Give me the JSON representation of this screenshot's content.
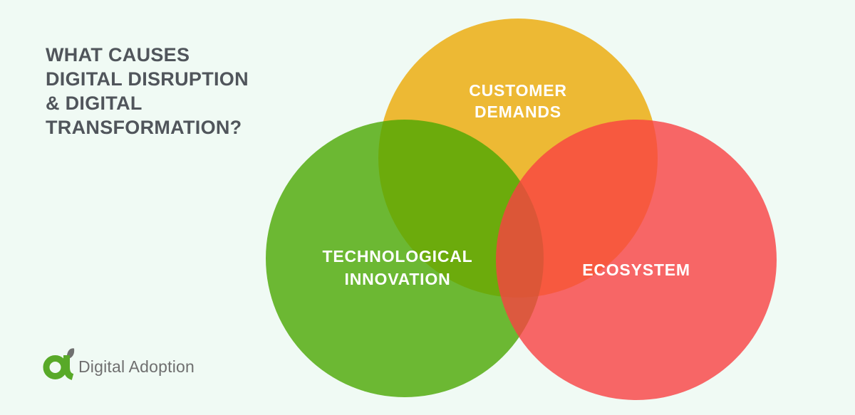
{
  "page": {
    "background_color": "#F0FAF4"
  },
  "title": {
    "text": "WHAT CAUSES DIGITAL DISRUPTION & DIGITAL TRANSFORMATION?",
    "lines": [
      "WHAT CAUSES",
      "DIGITAL DISRUPTION",
      "& DIGITAL",
      "TRANSFORMATION?"
    ],
    "color": "#50555B"
  },
  "venn": {
    "label_color": "#FFFFFF",
    "circles": [
      {
        "name": "customer-demands",
        "label": "CUSTOMER DEMANDS",
        "label_lines": [
          "CUSTOMER",
          "DEMANDS"
        ],
        "fill": "#EDB934",
        "flat_color": "#EDB934"
      },
      {
        "name": "technological-innovation",
        "label": "TECHNOLOGICAL INNOVATION",
        "label_lines": [
          "TECHNOLOGICAL",
          "INNOVATION"
        ],
        "fill": "rgba(75,168,2,0.8)",
        "flat_color": "#6CB832"
      },
      {
        "name": "ecosystem",
        "label": "ECOSYSTEM",
        "label_lines": [
          "ECOSYSTEM"
        ],
        "fill": "rgba(249,65,66,0.8)",
        "flat_color": "#F76666"
      }
    ]
  },
  "logo": {
    "text": "Digital Adoption",
    "text_color": "#6F6F6F",
    "icon_green": "#58A928",
    "icon_gray": "#707070"
  },
  "chart_data": {
    "type": "venn",
    "title": "WHAT CAUSES DIGITAL DISRUPTION & DIGITAL TRANSFORMATION?",
    "sets": [
      "CUSTOMER DEMANDS",
      "TECHNOLOGICAL INNOVATION",
      "ECOSYSTEM"
    ],
    "colors": [
      "#EDB934",
      "#6CB832",
      "#F76666"
    ],
    "overlaps": [
      [
        "CUSTOMER DEMANDS",
        "TECHNOLOGICAL INNOVATION"
      ],
      [
        "CUSTOMER DEMANDS",
        "ECOSYSTEM"
      ],
      [
        "TECHNOLOGICAL INNOVATION",
        "ECOSYSTEM"
      ],
      [
        "CUSTOMER DEMANDS",
        "TECHNOLOGICAL INNOVATION",
        "ECOSYSTEM"
      ]
    ]
  }
}
